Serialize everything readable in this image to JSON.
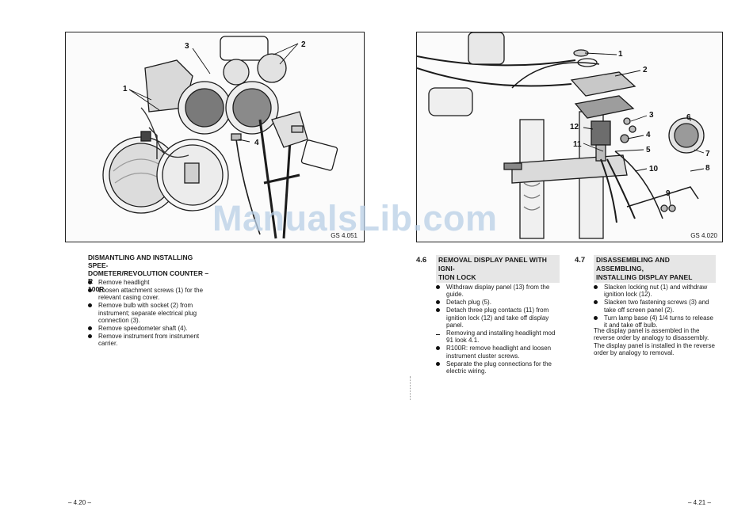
{
  "left_page": {
    "figure_code": "GS 4.051",
    "callouts": [
      "1",
      "2",
      "3",
      "4"
    ],
    "heading": "DISMANTLING AND INSTALLING SPEEDOMETER/REVOLUTION COUNTER – R 100R",
    "heading_lines": [
      "DISMANTLING AND INSTALLING SPEE-",
      "DOMETER/REVOLUTION COUNTER – R",
      "100R"
    ],
    "steps": [
      "Remove headlight",
      "Loosen attachment screws (1) for the relevant casing cover.",
      "Remove bulb with socket (2) from instrument; separate electrical plug connection (3).",
      "Remove speedometer shaft (4).",
      "Remove instrument from instrument carrier."
    ],
    "page_number": "– 4.20 –"
  },
  "right_page": {
    "figure_code": "GS 4.020",
    "callouts": [
      "1",
      "2",
      "3",
      "4",
      "5",
      "6",
      "7",
      "8",
      "9",
      "10",
      "11",
      "12"
    ],
    "section_a": {
      "number": "4.6",
      "title_lines": [
        "REMOVAL DISPLAY PANEL WITH IGNI-",
        "TION LOCK"
      ],
      "steps": [
        {
          "marker": "bullet",
          "text": "Withdraw display panel (13) from the guide."
        },
        {
          "marker": "bullet",
          "text": "Detach plug (5)."
        },
        {
          "marker": "bullet",
          "text": "Detach three plug contacts (11) from ignition lock (12) and take off display panel."
        },
        {
          "marker": "dash",
          "text": "Removing and installing headlight mod 91 look 4.1."
        },
        {
          "marker": "bullet",
          "text": "R100R: remove headlight and loosen instrument cluster screws."
        },
        {
          "marker": "bullet",
          "text": "Separate the plug connections for the electric wiring."
        }
      ]
    },
    "section_b": {
      "number": "4.7",
      "title_lines": [
        "DISASSEMBLING AND ASSEMBLING,",
        "INSTALLING DISPLAY PANEL"
      ],
      "steps": [
        {
          "marker": "bullet",
          "text": "Slacken locking nut (1) and withdraw ignition lock (12)."
        },
        {
          "marker": "bullet",
          "text": "Slacken two fastening screws (3) and take off screen panel (2)."
        },
        {
          "marker": "bullet",
          "text": "Turn lamp base (4) 1/4 turns to release it and take off bulb."
        }
      ],
      "notes": [
        "The display panel is assembled in the reverse order by analogy to disassembly.",
        "The display panel is installed in the reverse order by analogy to removal."
      ]
    },
    "page_number": "– 4.21 –"
  },
  "watermark": "ManualsLib.com"
}
